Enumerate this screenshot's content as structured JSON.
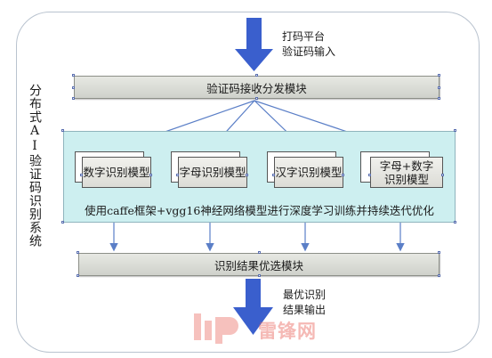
{
  "side_title": "分布式AI验证码识别系统",
  "input_label": "打码平台\n验证码输入",
  "output_label": "最优识别\n结果输出",
  "top_module": "验证码接收分发模块",
  "bottom_module": "识别结果优选模块",
  "panel_caption": "使用caffe框架+vgg16神经网络模型进行深度学习训练并持续迭代优化",
  "models": [
    "数字识别模型",
    "字母识别模型",
    "汉字识别模型",
    "字母+数字识别模型"
  ],
  "watermark": "雷锋网",
  "colors": {
    "arrow_big": "#3a5fcd",
    "arrow_small": "#5b7fc7",
    "panel_fill": "#cdeff0",
    "box_fill": "#dcdcd6"
  }
}
